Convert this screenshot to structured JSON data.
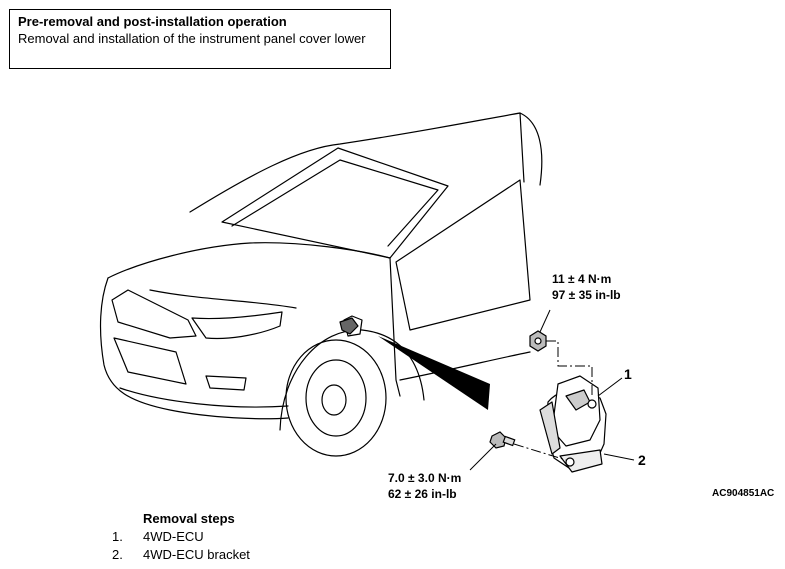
{
  "note": {
    "title": "Pre-removal and post-installation operation",
    "text": "Removal and installation of the instrument panel cover lower"
  },
  "torques": [
    {
      "metric": "11 ± 4 N·m",
      "imperial": "97 ± 35 in-lb"
    },
    {
      "metric": "7.0 ± 3.0 N·m",
      "imperial": "62 ± 26 in-lb"
    }
  ],
  "callouts": [
    "1",
    "2"
  ],
  "figure_code": "AC904851AC",
  "steps": {
    "title": "Removal steps",
    "items": [
      {
        "num": "1.",
        "label": "4WD-ECU"
      },
      {
        "num": "2.",
        "label": "4WD-ECU bracket"
      }
    ]
  }
}
